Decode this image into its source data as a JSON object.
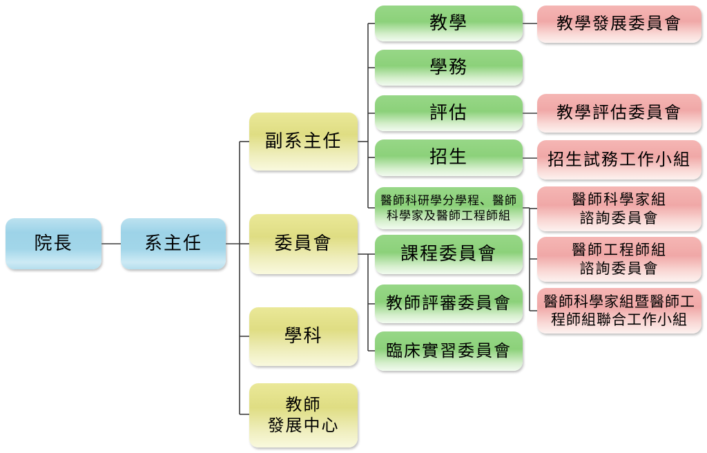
{
  "diagram": {
    "type": "org-chart",
    "colors": {
      "level1_fill": "#9dd3e8",
      "level2_fill": "#dfdd83",
      "level3_fill": "#8cd17a",
      "level4_fill": "#f0a8a7",
      "connector": "#3a3a3a",
      "text": "#000000"
    },
    "nodes": {
      "dean": {
        "label": "院長"
      },
      "chair": {
        "label": "系主任"
      },
      "vice_chair": {
        "label": "副系主任"
      },
      "committee": {
        "label": "委員會"
      },
      "discipline": {
        "label": "學科"
      },
      "teacher_dev_center": {
        "line1": "教師",
        "line2": "發展中心"
      },
      "teaching": {
        "label": "教學"
      },
      "student_affairs": {
        "label": "學務"
      },
      "evaluation": {
        "label": "評估"
      },
      "admissions": {
        "label": "招生"
      },
      "md_program_group": {
        "line1": "醫師科研學分學程、醫師",
        "line2": "科學家及醫師工程師組"
      },
      "curriculum_committee": {
        "label": "課程委員會"
      },
      "teacher_review_committee": {
        "label": "教師評審委員會"
      },
      "clinical_internship_committee": {
        "label": "臨床實習委員會"
      },
      "teaching_dev_committee": {
        "label": "教學發展委員會"
      },
      "teaching_eval_committee": {
        "label": "教學評估委員會"
      },
      "admissions_task_force": {
        "label": "招生試務工作小組"
      },
      "physician_scientist_advisory": {
        "line1": "醫師科學家組",
        "line2": "諮詢委員會"
      },
      "physician_engineer_advisory": {
        "line1": "醫師工程師組",
        "line2": "諮詢委員會"
      },
      "joint_task_force": {
        "line1": "醫師科學家組暨醫師工",
        "line2": "程師組聯合工作小組"
      }
    }
  }
}
